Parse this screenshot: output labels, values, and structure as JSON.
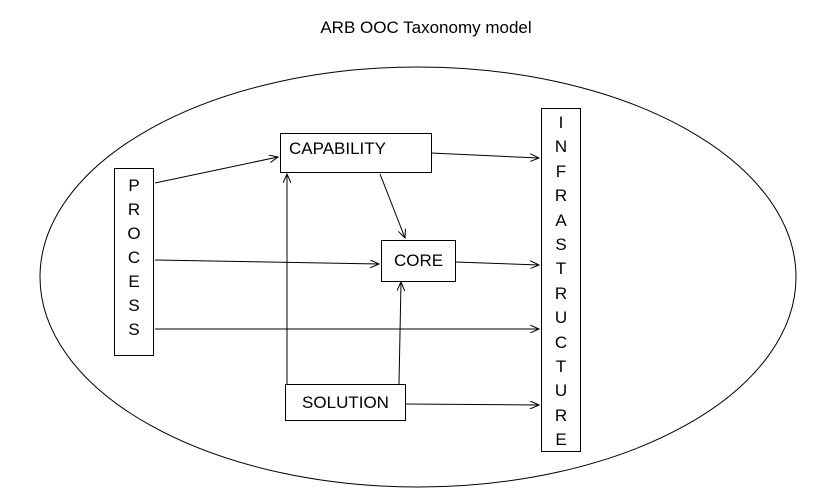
{
  "title": "ARB OOC Taxonomy model",
  "nodes": {
    "process": "PROCESS",
    "capability": "CAPABILITY",
    "core": "CORE",
    "solution": "SOLUTION",
    "infrastructure": "INFRASTRUCTURE"
  }
}
